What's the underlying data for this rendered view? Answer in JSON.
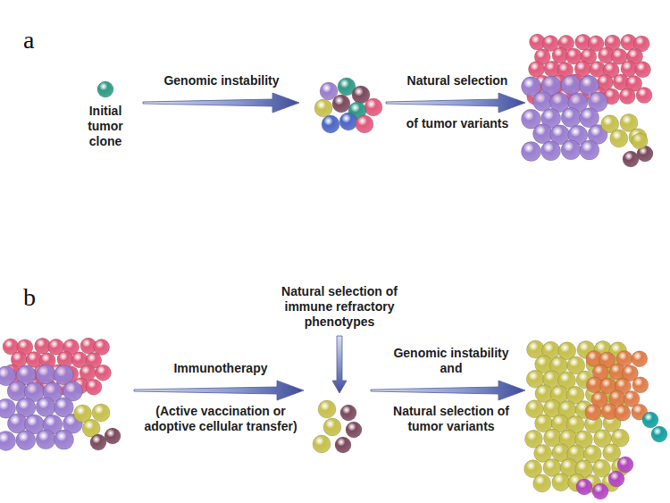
{
  "diagram": {
    "labels": [
      "a",
      "Genomic instability",
      "Initial tumor clone",
      "Natural selection",
      "of tumor variants",
      "b",
      "Natural selection of immune refractory phenotypes",
      "Immunotherapy",
      "(Active vaccination or adoptive cellular transfer)",
      "Genomic instability and",
      "Natural selection of tumor variants"
    ]
  }
}
